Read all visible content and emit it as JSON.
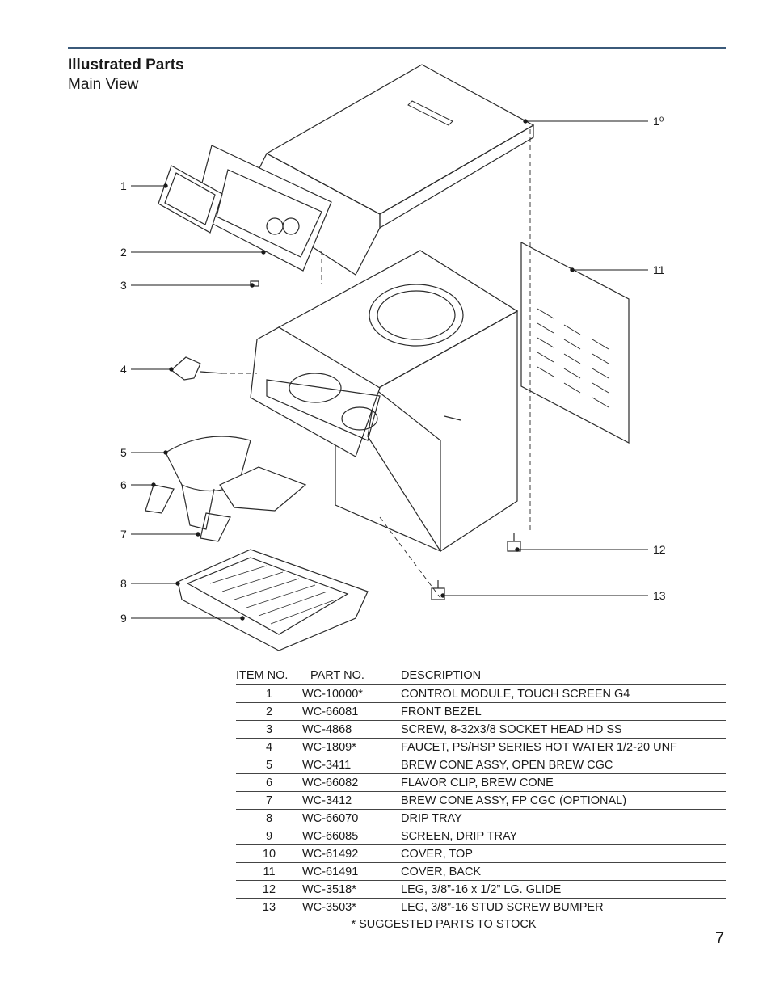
{
  "header": {
    "title": "Illustrated Parts",
    "subtitle": "Main View"
  },
  "callouts": [
    "1",
    "2",
    "3",
    "4",
    "5",
    "6",
    "7",
    "8",
    "9",
    "1⁰",
    "11",
    "12",
    "13"
  ],
  "table": {
    "headers": {
      "item": "ITEM NO.",
      "part": "PART NO.",
      "description": "DESCRIPTION"
    },
    "rows": [
      {
        "item": "1",
        "part": "WC-10000*",
        "description": "CONTROL MODULE, TOUCH SCREEN G4"
      },
      {
        "item": "2",
        "part": "WC-66081",
        "description": "FRONT BEZEL"
      },
      {
        "item": "3",
        "part": "WC-4868",
        "description": "SCREW, 8-32x3/8 SOCKET HEAD HD SS"
      },
      {
        "item": "4",
        "part": "WC-1809*",
        "description": "FAUCET, PS/HSP SERIES HOT WATER 1/2-20 UNF"
      },
      {
        "item": "5",
        "part": "WC-3411",
        "description": "BREW CONE ASSY, OPEN BREW CGC"
      },
      {
        "item": "6",
        "part": "WC-66082",
        "description": "FLAVOR CLIP, BREW CONE"
      },
      {
        "item": "7",
        "part": "WC-3412",
        "description": "BREW CONE ASSY, FP CGC (OPTIONAL)"
      },
      {
        "item": "8",
        "part": "WC-66070",
        "description": "DRIP TRAY"
      },
      {
        "item": "9",
        "part": "WC-66085",
        "description": "SCREEN, DRIP TRAY"
      },
      {
        "item": "10",
        "part": "WC-61492",
        "description": "COVER, TOP"
      },
      {
        "item": "11",
        "part": "WC-61491",
        "description": "COVER, BACK"
      },
      {
        "item": "12",
        "part": "WC-3518*",
        "description": "LEG, 3/8”-16 x 1/2” LG. GLIDE"
      },
      {
        "item": "13",
        "part": "WC-3503*",
        "description": "LEG, 3/8”-16 STUD SCREW BUMPER"
      }
    ]
  },
  "footnote": "* SUGGESTED PARTS TO STOCK",
  "page_number": "7"
}
